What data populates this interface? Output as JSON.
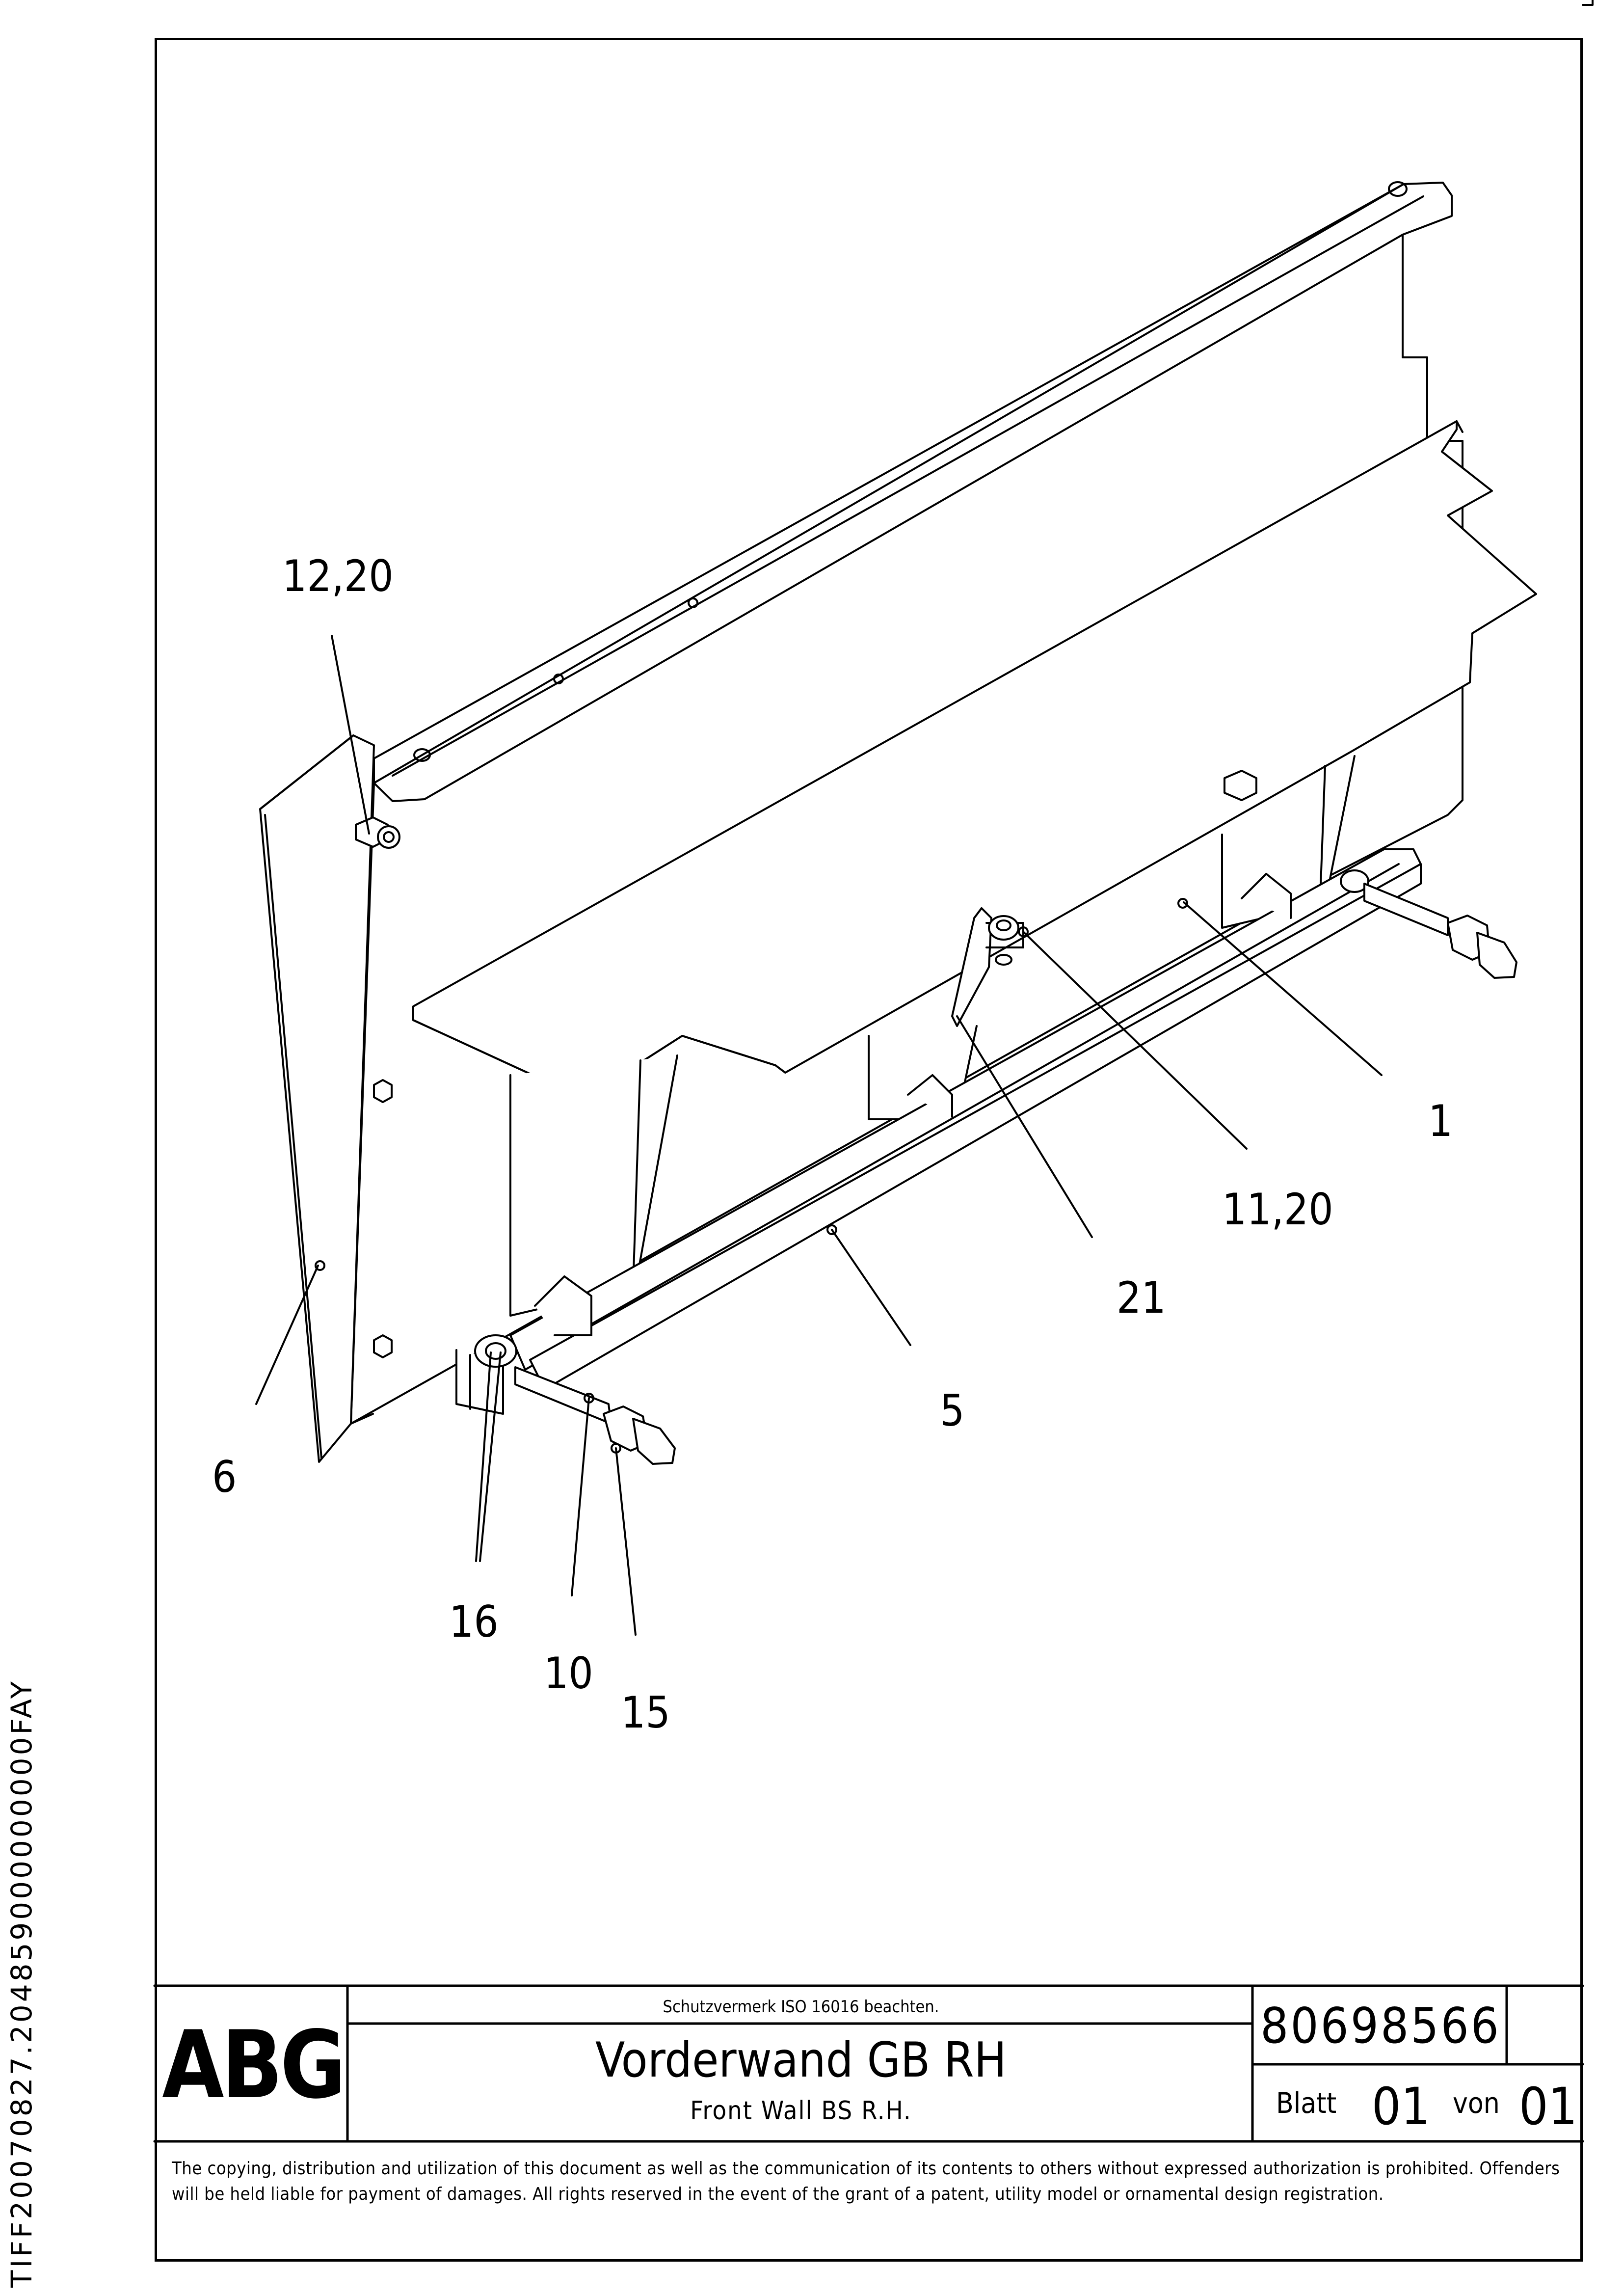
{
  "document": {
    "side_id": "TIFF20070827.204859000000000FAY",
    "protection_note": "Schutzvermerk ISO 16016 beachten.",
    "logo_text": "ABG",
    "title_de": "Vorderwand GB RH",
    "title_en": "Front Wall BS R.H.",
    "part_number": "80698566",
    "sheet_label": "Blatt",
    "sheet_number": "01",
    "of_label": "von",
    "sheet_total": "01",
    "copyright": "The copying, distribution and utilization of this document as well as the communication of its contents to others without expressed authorization is prohibited. Offenders will be held liable for payment of damages. All rights reserved in the event of the grant of a patent, utility model or ornamental design registration."
  },
  "callouts": {
    "c12_20": "12,20",
    "c1": "1",
    "c11_20": "11,20",
    "c21": "21",
    "c5": "5",
    "c6": "6",
    "c16": "16",
    "c10": "10",
    "c15": "15"
  }
}
